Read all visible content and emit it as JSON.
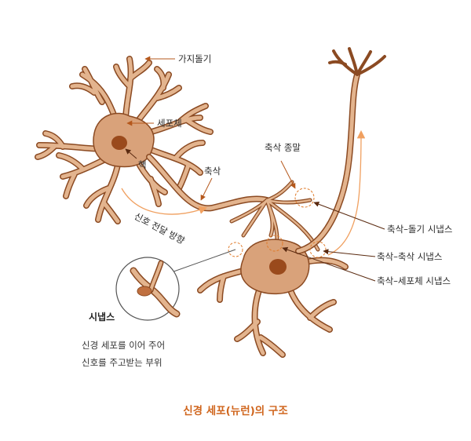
{
  "title": "신경 세포(뉴런)의 구조",
  "labels": {
    "dendrite": "가지돌기",
    "cell_body": "세포체",
    "nucleus": "핵",
    "axon": "축삭",
    "axon_terminal": "축삭 종말",
    "signal_direction": "신호 전달 방향",
    "axodendritic": "축삭–돌기 시냅스",
    "axoaxonic": "축삭–축삭 시냅스",
    "axosomatic": "축삭–세포체 시냅스"
  },
  "synapse_box": {
    "title": "시냅스",
    "desc_line1": "신경 세포를 이어 주어",
    "desc_line2": "신호를 주고받는 부위"
  },
  "colors": {
    "cell_fill": "#d9a27a",
    "cell_outline": "#8b4a22",
    "nucleus": "#9a4a1c",
    "accent_orange": "#e07b2a",
    "title": "#d0661e"
  },
  "icons": [
    "signal-arrow-icon",
    "synapse-magnifier-icon"
  ]
}
